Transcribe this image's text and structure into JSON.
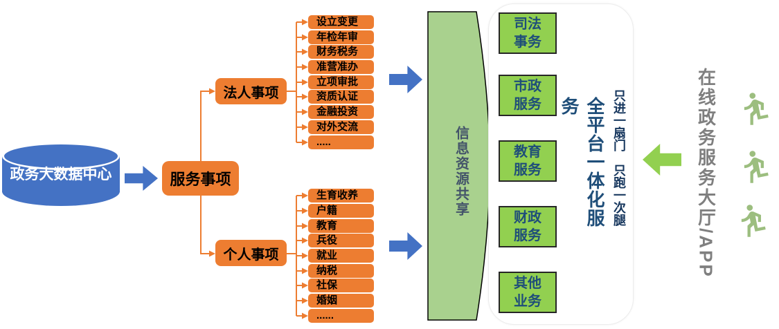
{
  "colors": {
    "orange": "#ED7D31",
    "blue": "#4472C4",
    "green": "#92D050",
    "light_green": "#A9D18E",
    "navy_text": "#1F4E79",
    "gray_text": "#7F7F7F"
  },
  "source": {
    "label": "政务大数据中心"
  },
  "hub": {
    "label": "服务事项"
  },
  "branches": [
    {
      "label": "法人事项",
      "items": [
        "设立变更",
        "年检年审",
        "财务税务",
        "准营准办",
        "立项审批",
        "资质认证",
        "金融投资",
        "对外交流",
        "....."
      ]
    },
    {
      "label": "个人事项",
      "items": [
        "生育收养",
        "户籍",
        "教育",
        "兵役",
        "就业",
        "纳税",
        "社保",
        "婚姻",
        "......"
      ]
    }
  ],
  "sharing": {
    "label": "信息资源共享"
  },
  "platform": {
    "title": "全平台一体化服务",
    "slogan": "只进一扇门　只跑一次腿",
    "categories": [
      {
        "line1": "司法",
        "line2": "事务"
      },
      {
        "line1": "市政",
        "line2": "服务"
      },
      {
        "line1": "教育",
        "line2": "服务"
      },
      {
        "line1": "财政",
        "line2": "服务"
      },
      {
        "line1": "其他",
        "line2": "业务"
      }
    ]
  },
  "portal": {
    "label": "在线政务服务大厅/APP"
  },
  "icons": {
    "database": "database-cylinder-icon",
    "flow_arrow": "right-arrow-icon",
    "back_arrow": "left-arrow-icon",
    "runner": "running-person-icon"
  }
}
